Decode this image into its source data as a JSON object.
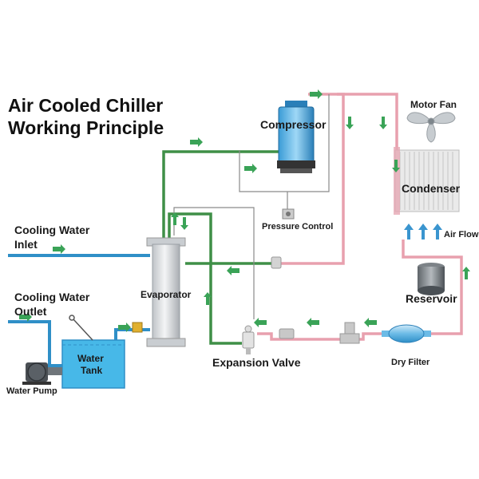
{
  "title": {
    "line1": "Air Cooled Chiller",
    "line2": "Working Principle"
  },
  "labels": {
    "compressor": "Compressor",
    "motor_fan": "Motor Fan",
    "condenser": "Condenser",
    "pressure_control": "Pressure Control",
    "air_flow": "Air Flow",
    "cooling_water_inlet_1": "Cooling Water",
    "cooling_water_inlet_2": "Inlet",
    "cooling_water_outlet_1": "Cooling Water",
    "cooling_water_outlet_2": "Outlet",
    "evaporator": "Evaporator",
    "reservoir": "Reservoir",
    "water_tank_1": "Water",
    "water_tank_2": "Tank",
    "expansion_valve": "Expansion Valve",
    "dry_filter": "Dry Filter",
    "water_pump": "Water Pump"
  },
  "colors": {
    "refrigerant_hot": "#e8a0ae",
    "refrigerant_cold": "#3f8f47",
    "water": "#2f8fc7",
    "tank_water": "#47b8e8",
    "arrow": "#3aa357"
  }
}
